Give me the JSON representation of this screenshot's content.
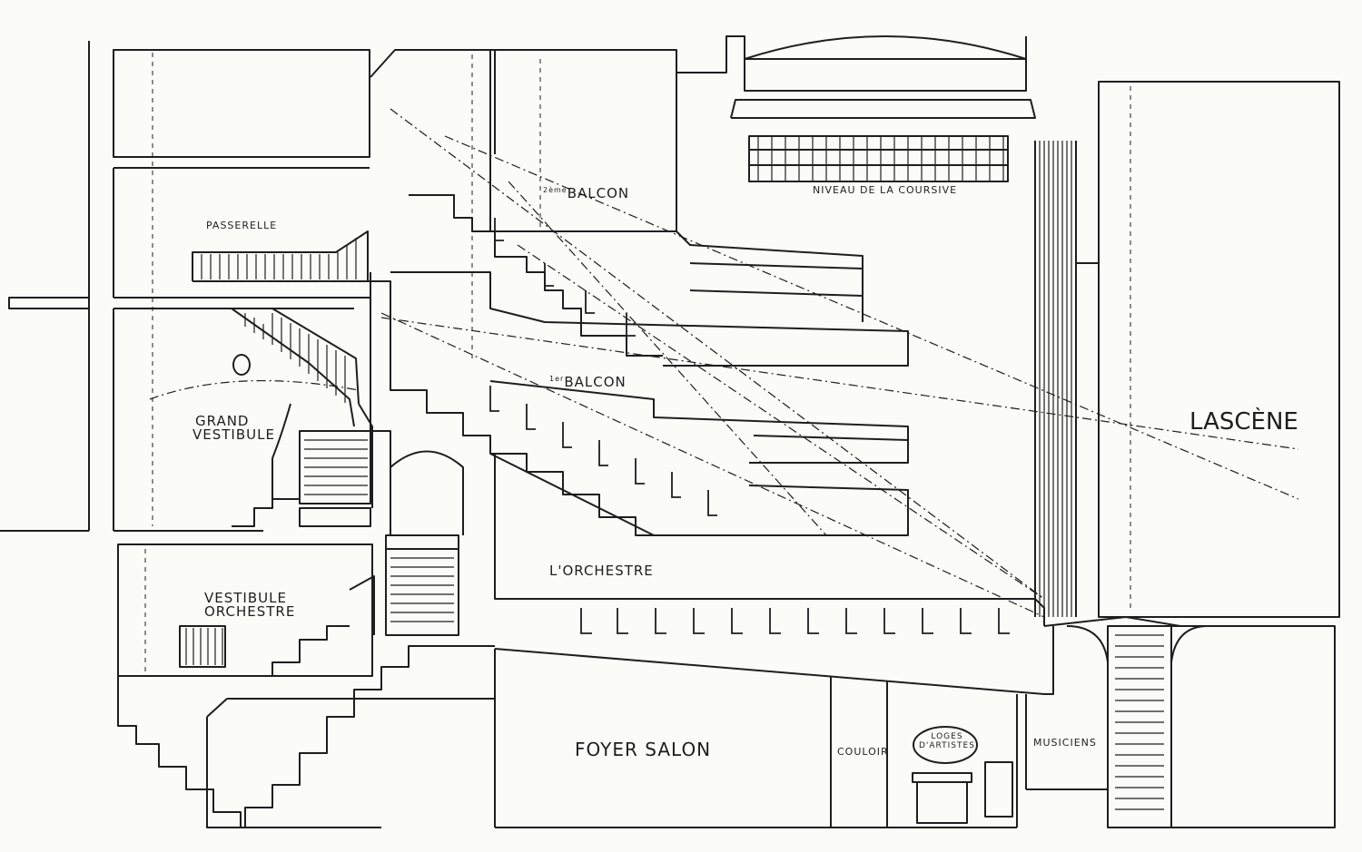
{
  "labels": {
    "passerelle": "PASSERELLE",
    "grand_vestibule_1": "GRAND",
    "grand_vestibule_2": "VESTIBULE",
    "vestibule_orchestre_1": "VESTIBULE",
    "vestibule_orchestre_2": "ORCHESTRE",
    "deuxieme_balcon_prefix": "2ème",
    "deuxieme_balcon": "BALCON",
    "premier_balcon_prefix": "1er",
    "premier_balcon": "BALCON",
    "niveau_coursive": "NIVEAU DE LA COURSIVE",
    "orchestre": "L'ORCHESTRE",
    "scene": "LASCÈNE",
    "foyer_salon": "FOYER SALON",
    "couloir": "COULOIR",
    "loges_1": "LOGES",
    "loges_2": "D'ARTISTES",
    "musiciens": "MUSICIENS"
  },
  "colors": {
    "ink": "#1e1e1e",
    "paper": "#fbfbf8"
  }
}
